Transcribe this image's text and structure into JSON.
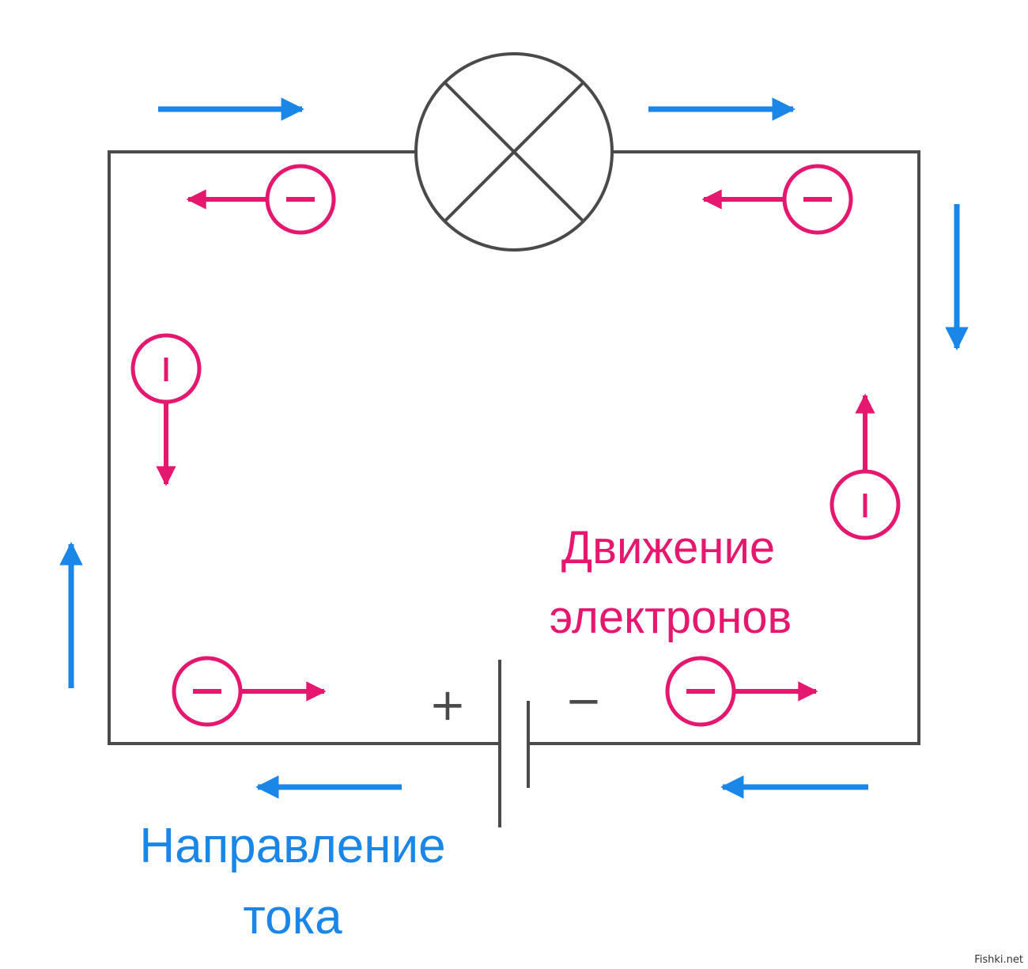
{
  "colors": {
    "wire": "#4a4a4a",
    "current": "#1a86e8",
    "electron": "#e5176f",
    "background": "#ffffff"
  },
  "labels": {
    "electrons_line1": "Движение",
    "electrons_line2": "электронов",
    "current_line1": "Направление",
    "current_line2": "тока",
    "battery_plus": "+",
    "battery_minus": "−",
    "watermark": "Fishki.net"
  },
  "icons": {
    "lamp": "lamp-icon",
    "battery": "battery-icon",
    "electron": "electron-icon",
    "current_arrow": "current-arrow-icon",
    "electron_arrow": "electron-arrow-icon"
  }
}
